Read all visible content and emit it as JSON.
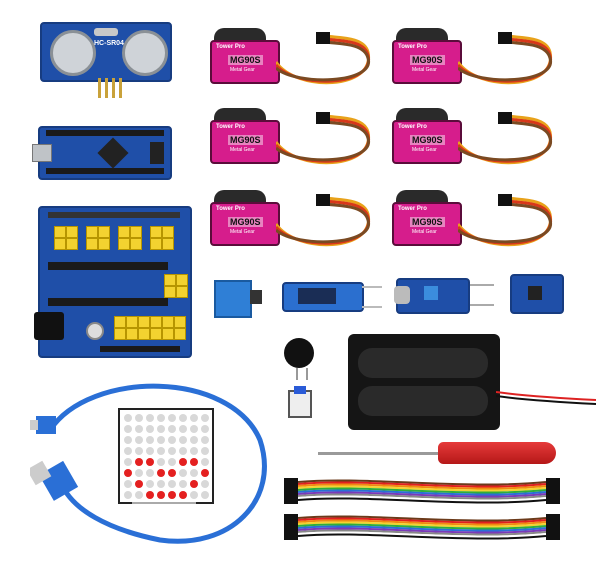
{
  "ultrasonic": {
    "label": "HC-SR04"
  },
  "servos": [
    {
      "brand": "Tower Pro",
      "model": "MG90S",
      "sub": "Metal Gear"
    },
    {
      "brand": "Tower Pro",
      "model": "MG90S",
      "sub": "Metal Gear"
    },
    {
      "brand": "Tower Pro",
      "model": "MG90S",
      "sub": "Metal Gear"
    },
    {
      "brand": "Tower Pro",
      "model": "MG90S",
      "sub": "Metal Gear"
    },
    {
      "brand": "Tower Pro",
      "model": "MG90S",
      "sub": "Metal Gear"
    },
    {
      "brand": "Tower Pro",
      "model": "MG90S",
      "sub": "Metal Gear"
    }
  ],
  "colors": {
    "board": "#1f4fa8",
    "header_yellow": "#f3d230",
    "servo_pink": "#d61d8c",
    "led_red": "#e42020",
    "usb_blue": "#2a6fd6"
  }
}
